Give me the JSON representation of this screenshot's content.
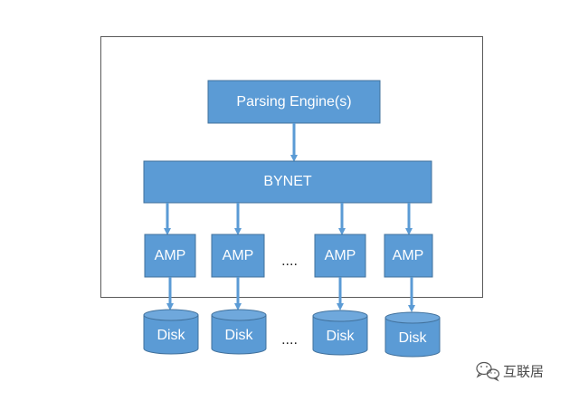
{
  "colors": {
    "box_fill": "#5b9bd5",
    "box_stroke": "#41719c",
    "arrow": "#5b9bd5",
    "frame": "#595959",
    "text": "#ffffff",
    "ellipsis_text": "#222222",
    "watermark_text": "#4a4a4a"
  },
  "parsing_engine": {
    "label": "Parsing Engine(s)"
  },
  "bynet": {
    "label": "BYNET"
  },
  "amps": [
    {
      "label": "AMP"
    },
    {
      "label": "AMP"
    },
    {
      "label": "AMP"
    },
    {
      "label": "AMP"
    }
  ],
  "disks": [
    {
      "label": "Disk"
    },
    {
      "label": "Disk"
    },
    {
      "label": "Disk"
    },
    {
      "label": "Disk"
    }
  ],
  "amp_ellipsis": "....",
  "disk_ellipsis": "....",
  "watermark": {
    "text": "互联居",
    "icon": "wechat-logo-icon"
  }
}
